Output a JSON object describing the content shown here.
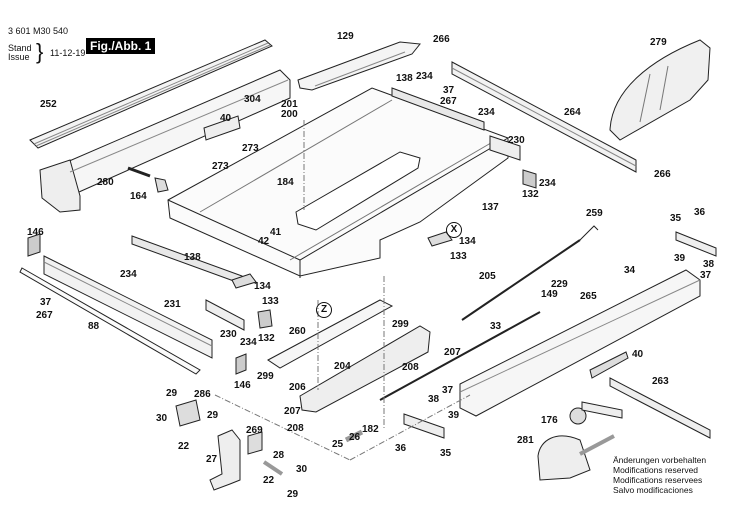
{
  "header": {
    "part_number": "3 601 M30 540",
    "stand_label": "Stand",
    "issue_label": "Issue",
    "date": "11-12-19",
    "figure_label": "Fig./Abb. 1"
  },
  "markers": {
    "x": "X",
    "z": "Z"
  },
  "labels": [
    {
      "id": "252",
      "text": "252"
    },
    {
      "id": "129",
      "text": "129"
    },
    {
      "id": "304",
      "text": "304"
    },
    {
      "id": "201",
      "text": "201"
    },
    {
      "id": "200",
      "text": "200"
    },
    {
      "id": "266a",
      "text": "266"
    },
    {
      "id": "279",
      "text": "279"
    },
    {
      "id": "138a",
      "text": "138"
    },
    {
      "id": "234a",
      "text": "234"
    },
    {
      "id": "37a",
      "text": "37"
    },
    {
      "id": "267a",
      "text": "267"
    },
    {
      "id": "264",
      "text": "264"
    },
    {
      "id": "234b",
      "text": "234"
    },
    {
      "id": "230a",
      "text": "230"
    },
    {
      "id": "40a",
      "text": "40"
    },
    {
      "id": "273a",
      "text": "273"
    },
    {
      "id": "273b",
      "text": "273"
    },
    {
      "id": "280",
      "text": "280"
    },
    {
      "id": "164",
      "text": "164"
    },
    {
      "id": "184",
      "text": "184"
    },
    {
      "id": "132a",
      "text": "132"
    },
    {
      "id": "234c",
      "text": "234"
    },
    {
      "id": "266b",
      "text": "266"
    },
    {
      "id": "137",
      "text": "137"
    },
    {
      "id": "146a",
      "text": "146"
    },
    {
      "id": "41",
      "text": "41"
    },
    {
      "id": "42",
      "text": "42"
    },
    {
      "id": "134a",
      "text": "134"
    },
    {
      "id": "133a",
      "text": "133"
    },
    {
      "id": "259",
      "text": "259"
    },
    {
      "id": "35a",
      "text": "35"
    },
    {
      "id": "36a",
      "text": "36"
    },
    {
      "id": "39a",
      "text": "39"
    },
    {
      "id": "38a",
      "text": "38"
    },
    {
      "id": "37b",
      "text": "37"
    },
    {
      "id": "138b",
      "text": "138"
    },
    {
      "id": "234d",
      "text": "234"
    },
    {
      "id": "134b",
      "text": "134"
    },
    {
      "id": "133b",
      "text": "133"
    },
    {
      "id": "205",
      "text": "205"
    },
    {
      "id": "229",
      "text": "229"
    },
    {
      "id": "149",
      "text": "149"
    },
    {
      "id": "265",
      "text": "265"
    },
    {
      "id": "34",
      "text": "34"
    },
    {
      "id": "37c",
      "text": "37"
    },
    {
      "id": "267b",
      "text": "267"
    },
    {
      "id": "231",
      "text": "231"
    },
    {
      "id": "88",
      "text": "88"
    },
    {
      "id": "230b",
      "text": "230"
    },
    {
      "id": "234e",
      "text": "234"
    },
    {
      "id": "132b",
      "text": "132"
    },
    {
      "id": "260",
      "text": "260"
    },
    {
      "id": "299a",
      "text": "299"
    },
    {
      "id": "33",
      "text": "33"
    },
    {
      "id": "204",
      "text": "204"
    },
    {
      "id": "207a",
      "text": "207"
    },
    {
      "id": "208a",
      "text": "208"
    },
    {
      "id": "40b",
      "text": "40"
    },
    {
      "id": "146b",
      "text": "146"
    },
    {
      "id": "299b",
      "text": "299"
    },
    {
      "id": "206",
      "text": "206"
    },
    {
      "id": "207b",
      "text": "207"
    },
    {
      "id": "208b",
      "text": "208"
    },
    {
      "id": "29a",
      "text": "29"
    },
    {
      "id": "286",
      "text": "286"
    },
    {
      "id": "30a",
      "text": "30"
    },
    {
      "id": "29b",
      "text": "29"
    },
    {
      "id": "22a",
      "text": "22"
    },
    {
      "id": "269",
      "text": "269"
    },
    {
      "id": "27",
      "text": "27"
    },
    {
      "id": "28",
      "text": "28"
    },
    {
      "id": "22b",
      "text": "22"
    },
    {
      "id": "30b",
      "text": "30"
    },
    {
      "id": "29c",
      "text": "29"
    },
    {
      "id": "25",
      "text": "25"
    },
    {
      "id": "26",
      "text": "26"
    },
    {
      "id": "182",
      "text": "182"
    },
    {
      "id": "36b",
      "text": "36"
    },
    {
      "id": "38b",
      "text": "38"
    },
    {
      "id": "37d",
      "text": "37"
    },
    {
      "id": "39b",
      "text": "39"
    },
    {
      "id": "35b",
      "text": "35"
    },
    {
      "id": "263",
      "text": "263"
    },
    {
      "id": "176",
      "text": "176"
    },
    {
      "id": "281",
      "text": "281"
    }
  ],
  "notice": [
    "Änderungen vorbehalten",
    "Modifications reserved",
    "Modifications reservees",
    "Salvo modificaciones"
  ]
}
